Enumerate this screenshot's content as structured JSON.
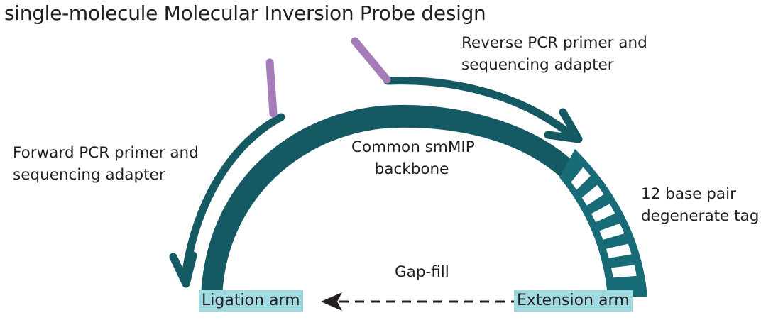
{
  "title": "single-molecule Molecular Inversion Probe design",
  "labels": {
    "reverse_primer": [
      "Reverse PCR primer and",
      "sequencing adapter"
    ],
    "forward_primer": [
      "Forward PCR primer and",
      "sequencing adapter"
    ],
    "backbone": [
      "Common smMIP",
      "backbone"
    ],
    "tag": [
      "12 base pair",
      "degenerate tag"
    ],
    "gap_fill": "Gap-fill",
    "ligation_arm": "Ligation arm",
    "extension_arm": "Extension arm"
  },
  "colors": {
    "backbone": "#155a63",
    "tag": "#176c78",
    "primer_tail": "#a67bb9",
    "arm_highlight": "#9fdae0",
    "text": "#231f20"
  },
  "tag_segments": 6
}
